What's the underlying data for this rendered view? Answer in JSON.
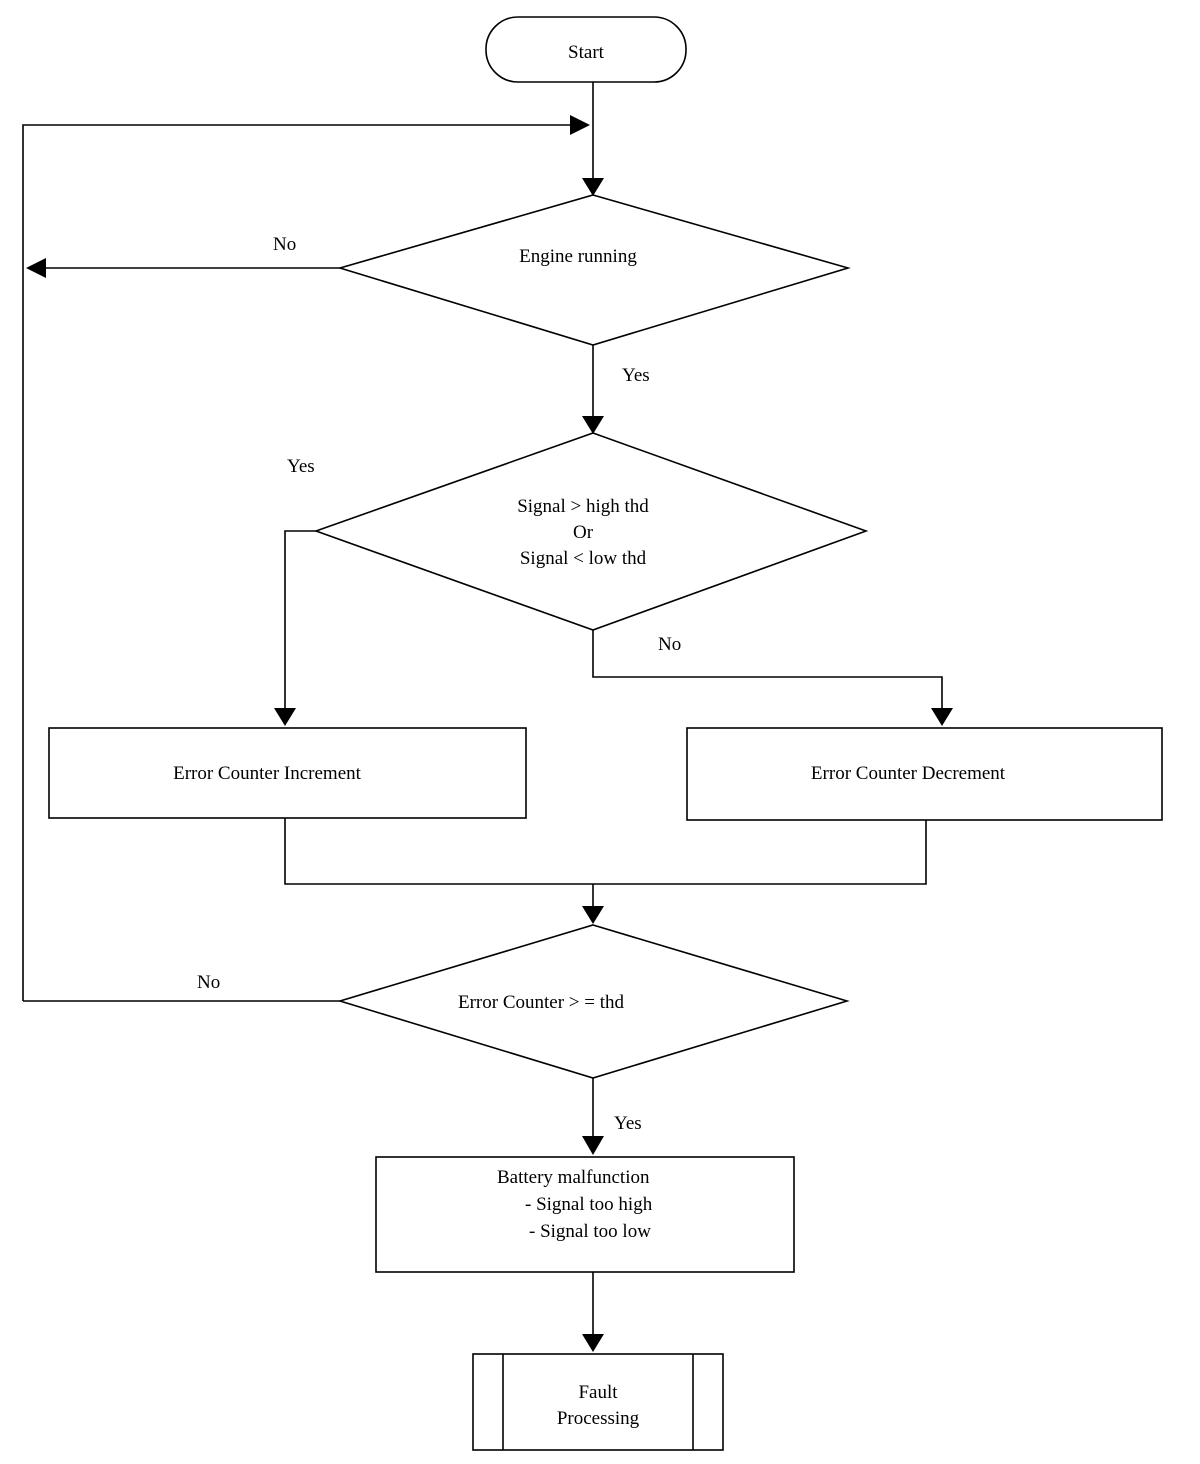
{
  "nodes": {
    "start": "Start",
    "engine_running": "Engine running",
    "signal_check": [
      "Signal > high thd",
      "Or",
      "Signal < low thd"
    ],
    "increment": "Error Counter Increment",
    "decrement": "Error Counter Decrement",
    "counter_check": "Error Counter > = thd",
    "malfunction": [
      "Battery malfunction",
      "- Signal too high",
      "- Signal too low"
    ],
    "fault": [
      "Fault",
      "Processing"
    ]
  },
  "edges": {
    "engine_no": "No",
    "engine_yes": "Yes",
    "signal_yes": "Yes",
    "signal_no": "No",
    "counter_no": "No",
    "counter_yes": "Yes"
  }
}
